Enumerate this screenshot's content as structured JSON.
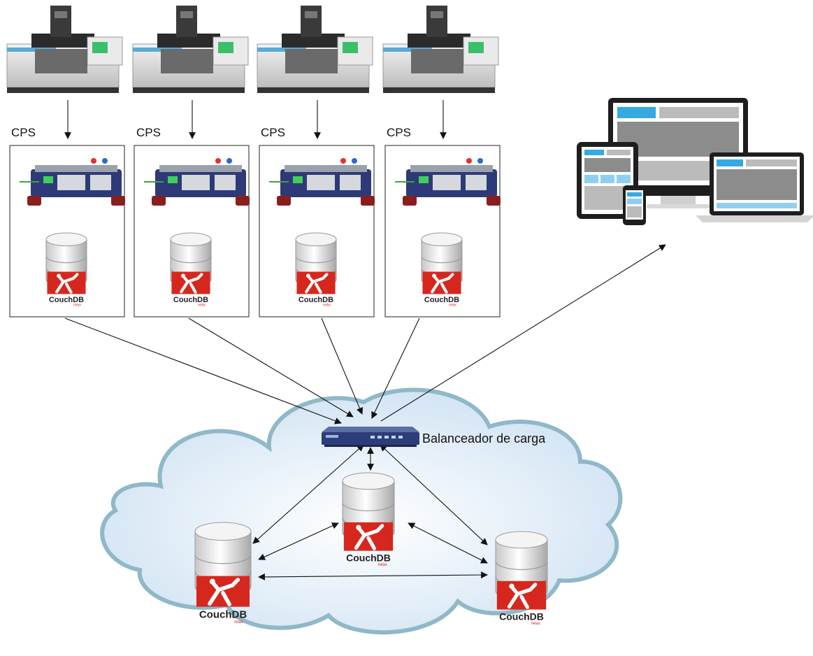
{
  "nodes": {
    "cps_label": "CPS",
    "couchdb_label": "CouchDB",
    "couchdb_tag": "relax",
    "load_balancer_label": "Balanceador de carga"
  },
  "colors": {
    "couchdb_red": "#d6271f",
    "cloud_fill": "#dbe9f7",
    "cloud_stroke": "#8fb8c8",
    "device_blue": "#35a9e0",
    "router_blue": "#2c3e7a"
  },
  "icons": {
    "machine": "industrial-machine-icon",
    "cps_device": "cps-device-icon",
    "database": "database-icon",
    "router": "router-icon",
    "devices": "responsive-devices-icon"
  }
}
